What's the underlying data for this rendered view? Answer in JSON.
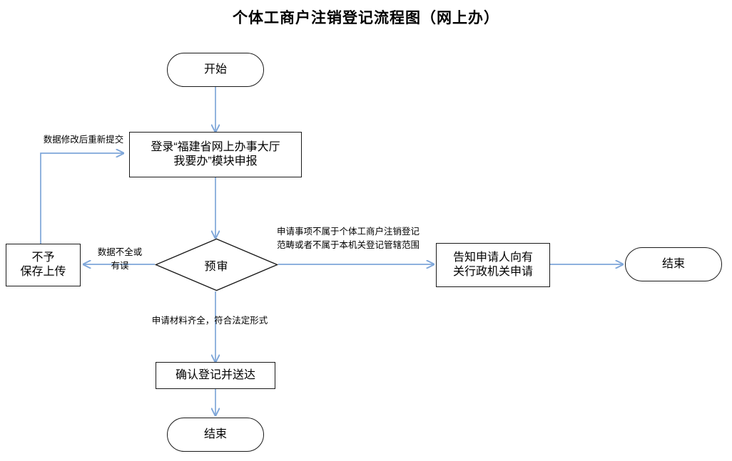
{
  "title": "个体工商户注销登记流程图（网上办）",
  "colors": {
    "edge": "#7ea6d9",
    "node_border": "#1a1a1a",
    "text": "#000000",
    "background": "#ffffff"
  },
  "nodes": {
    "start": {
      "label": "开始",
      "shape": "terminator"
    },
    "login": {
      "label": "登录“福建省网上办事大厅\n我要办”模块申报",
      "shape": "rect"
    },
    "review": {
      "label": "预审",
      "shape": "diamond"
    },
    "reject_save": {
      "label": "不予\n保存上传",
      "shape": "rect"
    },
    "notify_applicant": {
      "label": "告知申请人向有\n关行政机关申请",
      "shape": "rect"
    },
    "end_right": {
      "label": "结束",
      "shape": "terminator"
    },
    "confirm_register": {
      "label": "确认登记并送达",
      "shape": "rect"
    },
    "end_bottom": {
      "label": "结束",
      "shape": "terminator"
    }
  },
  "edge_labels": {
    "resubmit": "数据修改后重新提交",
    "data_incomplete": "数据不全或\n有误",
    "out_of_scope": "申请事项不属于个体工商户注销登记\n范畴或者不属于本机关登记管辖范围",
    "materials_complete": "申请材料齐全，符合法定形式"
  }
}
